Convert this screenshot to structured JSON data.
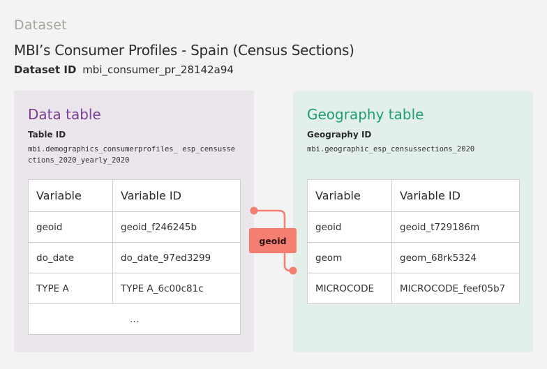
{
  "header": {
    "eyebrow": "Dataset",
    "title": "MBI’s Consumer Profiles - Spain (Census Sections)",
    "dataset_id_label": "Dataset ID",
    "dataset_id_value": "mbi_consumer_pr_28142a94"
  },
  "data_table": {
    "title": "Data table",
    "id_label": "Table ID",
    "id_value": "mbi.demographics_consumerprofiles_ esp_censussections_2020_yearly_2020",
    "columns": [
      "Variable",
      "Variable ID"
    ],
    "rows": [
      [
        "geoid",
        "geoid_f246245b"
      ],
      [
        "do_date",
        "do_date_97ed3299"
      ],
      [
        "TYPE A",
        "TYPE A_6c00c81c"
      ]
    ],
    "more": "..."
  },
  "geography_table": {
    "title": "Geography table",
    "id_label": "Geography ID",
    "id_value": "mbi.geographic_esp_censussections_2020",
    "columns": [
      "Variable",
      "Variable ID"
    ],
    "rows": [
      [
        "geoid",
        "geoid_t729186m"
      ],
      [
        "geom",
        "geom_68rk5324"
      ],
      [
        "MICROCODE",
        "MICROCODE_feef05b7"
      ]
    ]
  },
  "join": {
    "label": "geoid",
    "color": "#f47e72"
  },
  "colors": {
    "data_accent": "#7a3e93",
    "geo_accent": "#1d9f73",
    "data_panel_bg": "#ebe6ec",
    "geo_panel_bg": "#e3efe9"
  }
}
